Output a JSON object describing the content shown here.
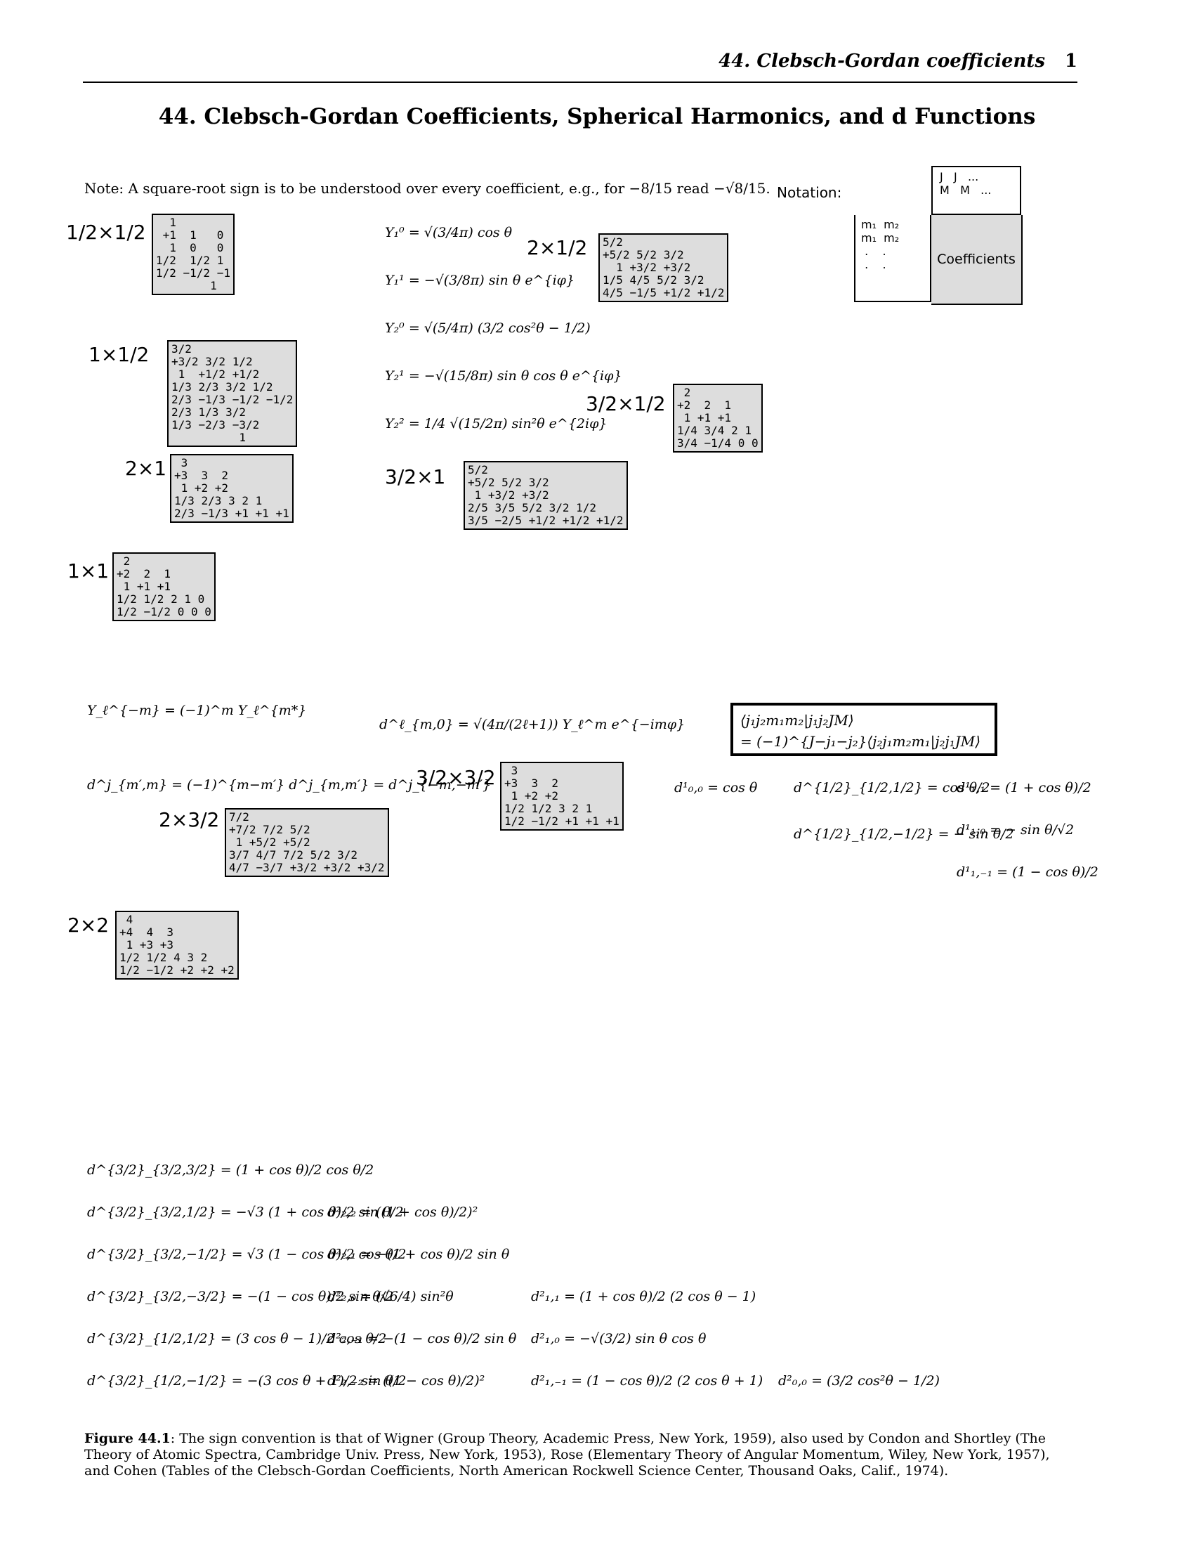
{
  "header": {
    "running_title": "44. Clebsch-Gordan coefficients",
    "page_number": "1"
  },
  "title": "44. Clebsch-Gordan Coefficients, Spherical Harmonics, and d Functions",
  "note": "Note: A square-root sign is to be understood over every coefficient, e.g., for −8/15 read −√8/15.",
  "notation": {
    "label": "Notation:",
    "top": "J   J   ...\nM   M   ...",
    "left": "m₁  m₂\nm₁  m₂\n .    .\n .    .",
    "coef": "Coefficients"
  },
  "tables": [
    {
      "title": "1/2×1/2",
      "text": "  1\n +1  1   0\n  1  0   0\n1/2  1/2 1\n1/2 −1/2 −1\n        1"
    },
    {
      "title": "1×1/2",
      "text": "3/2\n+3/2 3/2 1/2\n 1  +1/2 +1/2\n1/3 2/3 3/2 1/2\n2/3 −1/3 −1/2 −1/2\n2/3 1/3 3/2\n1/3 −2/3 −3/2\n          1"
    },
    {
      "title": "2×1",
      "text": " 3\n+3  3  2\n 1 +2 +2\n1/3 2/3 3 2 1\n2/3 −1/3 +1 +1 +1"
    },
    {
      "title": "1×1",
      "text": " 2\n+2  2  1\n 1 +1 +1\n1/2 1/2 2 1 0\n1/2 −1/2 0 0 0"
    },
    {
      "title": "2×1/2",
      "text": "5/2\n+5/2 5/2 3/2\n  1 +3/2 +3/2\n1/5 4/5 5/2 3/2\n4/5 −1/5 +1/2 +1/2"
    },
    {
      "title": "3/2×1/2",
      "text": " 2\n+2  2  1\n 1 +1 +1\n1/4 3/4 2 1\n3/4 −1/4 0 0"
    },
    {
      "title": "3/2×1",
      "text": "5/2\n+5/2 5/2 3/2\n 1 +3/2 +3/2\n2/5 3/5 5/2 3/2 1/2\n3/5 −2/5 +1/2 +1/2 +1/2"
    },
    {
      "title": "3/2×3/2",
      "text": " 3\n+3  3  2\n 1 +2 +2\n1/2 1/2 3 2 1\n1/2 −1/2 +1 +1 +1"
    },
    {
      "title": "2×3/2",
      "text": "7/2\n+7/2 7/2 5/2\n 1 +5/2 +5/2\n3/7 4/7 7/2 5/2 3/2\n4/7 −3/7 +3/2 +3/2 +3/2"
    },
    {
      "title": "2×2",
      "text": " 4\n+4  4  3\n 1 +3 +3\n1/2 1/2 4 3 2\n1/2 −1/2 +2 +2 +2"
    }
  ],
  "formulas": {
    "y10": "Y₁⁰ = √(3/4π) cos θ",
    "y11": "Y₁¹ = −√(3/8π) sin θ e^{iφ}",
    "y20": "Y₂⁰ = √(5/4π) (3/2 cos²θ − 1/2)",
    "y21": "Y₂¹ = −√(15/8π) sin θ cos θ e^{iφ}",
    "y22": "Y₂² = 1/4 √(15/2π) sin²θ e^{2iφ}",
    "ylm": "Y_ℓ^{−m} = (−1)^m Y_ℓ^{m*}",
    "dlm0": "d^ℓ_{m,0} = √(4π/(2ℓ+1)) Y_ℓ^m e^{−imφ}",
    "dsym": "d^j_{m′,m} = (−1)^{m−m′} d^j_{m,m′} = d^j_{−m,−m′}",
    "d000": "d¹₀,₀ = cos θ",
    "dh1": "d^{1/2}_{1/2,1/2} = cos θ/2",
    "dh2": "d^{1/2}_{1/2,−1/2} = − sin θ/2",
    "d111": "d¹₁,₁ = (1 + cos θ)/2",
    "d110": "d¹₁,₀ = − sin θ/√2",
    "d11m": "d¹₁,₋₁ = (1 − cos θ)/2",
    "d32a": "d^{3/2}_{3/2,3/2} = (1 + cos θ)/2 cos θ/2",
    "d32b": "d^{3/2}_{3/2,1/2} = −√3 (1 + cos θ)/2 sin θ/2",
    "d32c": "d^{3/2}_{3/2,−1/2} = √3 (1 − cos θ)/2 cos θ/2",
    "d32d": "d^{3/2}_{3/2,−3/2} = −(1 − cos θ)/2 sin θ/2",
    "d32e": "d^{3/2}_{1/2,1/2} = (3 cos θ − 1)/2 cos θ/2",
    "d32f": "d^{3/2}_{1/2,−1/2} = −(3 cos θ + 1)/2 sin θ/2",
    "d22a": "d²₂,₂ = ((1 + cos θ)/2)²",
    "d22b": "d²₂,₁ = −(1 + cos θ)/2 sin θ",
    "d22c": "d²₂,₀ = (√6/4) sin²θ",
    "d22d": "d²₂,₋₁ = −(1 − cos θ)/2 sin θ",
    "d22e": "d²₂,₋₂ = ((1 − cos θ)/2)²",
    "d21a": "d²₁,₁ = (1 + cos θ)/2 (2 cos θ − 1)",
    "d21b": "d²₁,₀ = −√(3/2) sin θ cos θ",
    "d21c": "d²₁,₋₁ = (1 − cos θ)/2 (2 cos θ + 1)",
    "d200": "d²₀,₀ = (3/2 cos²θ − 1/2)"
  },
  "relation": {
    "line1": "⟨j₁j₂m₁m₂|j₁j₂JM⟩",
    "line2": "= (−1)^{J−j₁−j₂}⟨j₂j₁m₂m₁|j₂j₁JM⟩"
  },
  "caption": {
    "label": "Figure 44.1",
    "text": ": The sign convention is that of Wigner (Group Theory, Academic Press, New York, 1959), also used by Condon and Shortley (The Theory of Atomic Spectra, Cambridge Univ. Press, New York, 1953), Rose (Elementary Theory of Angular Momentum, Wiley, New York, 1957), and Cohen (Tables of the Clebsch-Gordan Coefficients, North American Rockwell Science Center, Thousand Oaks, Calif., 1974)."
  }
}
